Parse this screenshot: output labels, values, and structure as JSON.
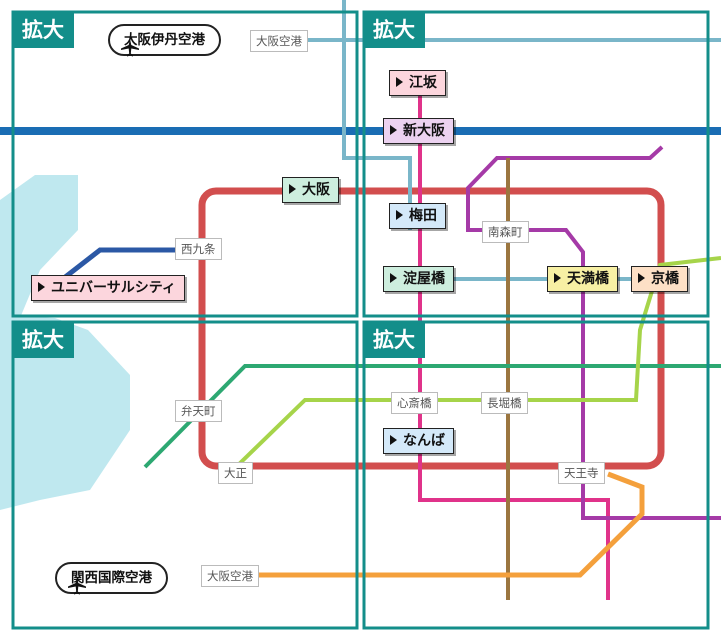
{
  "tabs": [
    {
      "label": "拡大"
    },
    {
      "label": "拡大"
    },
    {
      "label": "拡大"
    },
    {
      "label": "拡大"
    }
  ],
  "stations": {
    "esaka": "江坂",
    "shin_osaka": "新大阪",
    "osaka": "大阪",
    "umeda": "梅田",
    "yodoyabashi": "淀屋橋",
    "temmabashi": "天満橋",
    "kyobashi": "京橋",
    "usj": "ユニバーサルシティ",
    "namba": "なんば"
  },
  "labels": {
    "itami_airport": "大阪空港",
    "nishikujo": "西九条",
    "minamimorimachi": "南森町",
    "bentencho": "弁天町",
    "shinsaibashi": "心斎橋",
    "nagahoribashi": "長堀橋",
    "taisho": "大正",
    "tennoji": "天王寺",
    "kansai_airport": "大阪空港"
  },
  "airports": {
    "itami": "大阪伊丹空港",
    "kansai": "関西国際空港"
  },
  "colors": {
    "frame": "#138e8a",
    "loop_line": "#d24e4e",
    "shinkansen_blue": "#1a6db4",
    "midosuji_magenta": "#e0338a",
    "tanimachi_purple": "#a53aa7",
    "sakaisuji_brown": "#9b7640",
    "nagahori_green": "#a6d44a",
    "chuo_teal": "#2da872",
    "keihan_lightblue": "#7ab6c9",
    "airport_orange": "#f4a03c",
    "usj_navy": "#2b58a5",
    "water": "#bfe8ef"
  }
}
